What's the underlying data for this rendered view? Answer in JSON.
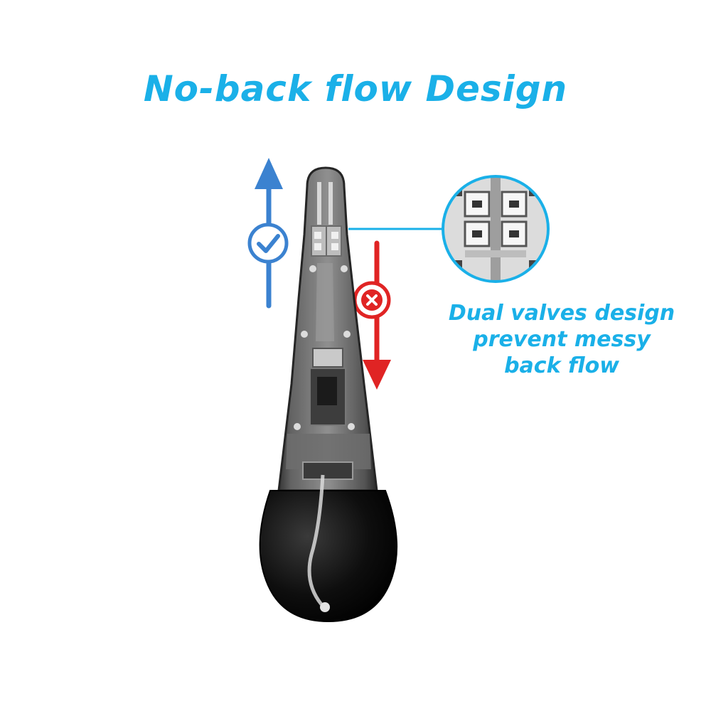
{
  "headline": "No-back flow Design",
  "callout": {
    "line1": "Dual valves design",
    "line2": "prevent messy",
    "line3": "back flow"
  },
  "colors": {
    "accent": "#1ab0e8",
    "allowed_flow": "#3b82d0",
    "blocked_flow": "#e02424",
    "device_body": "#111111",
    "background": "#ffffff"
  },
  "icons": {
    "allowed": "check-icon",
    "blocked": "cross-icon"
  }
}
